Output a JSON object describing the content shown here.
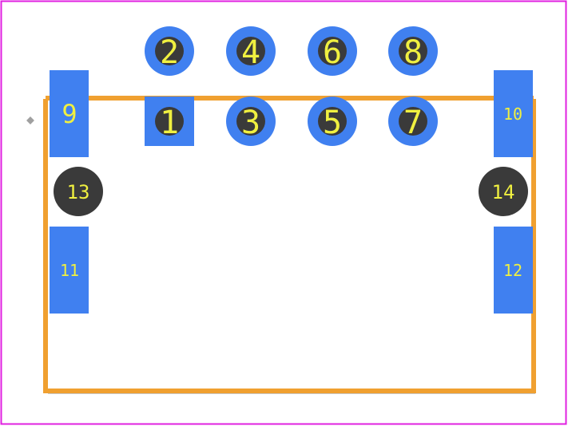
{
  "colors": {
    "background": "#ffffff",
    "courtyard": "#e020e0",
    "body_outline": "#f0a030",
    "body_shadow": "#c8c8c8",
    "pad_smd": "#4080f0",
    "pad_ring": "#4080f0",
    "drill": "#3a3a3a",
    "label": "#f0f040",
    "pin1_marker": "#a0a0a0"
  },
  "pads": [
    {
      "label": "2",
      "kind": "plated-round"
    },
    {
      "label": "4",
      "kind": "plated-round"
    },
    {
      "label": "6",
      "kind": "plated-round"
    },
    {
      "label": "8",
      "kind": "plated-round"
    },
    {
      "label": "1",
      "kind": "plated-square"
    },
    {
      "label": "3",
      "kind": "plated-round"
    },
    {
      "label": "5",
      "kind": "plated-round"
    },
    {
      "label": "7",
      "kind": "plated-round"
    },
    {
      "label": "9",
      "kind": "smd-rect"
    },
    {
      "label": "10",
      "kind": "smd-rect"
    },
    {
      "label": "11",
      "kind": "smd-rect"
    },
    {
      "label": "12",
      "kind": "smd-rect"
    },
    {
      "label": "13",
      "kind": "npth-hole"
    },
    {
      "label": "14",
      "kind": "npth-hole"
    }
  ]
}
